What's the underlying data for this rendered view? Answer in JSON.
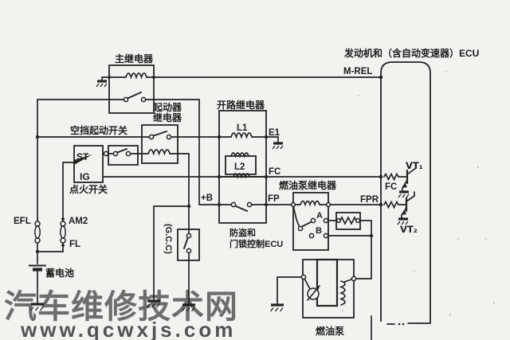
{
  "labels": {
    "main_relay": "主继电器",
    "starter_relay_l1": "起动器",
    "starter_relay_l2": "继电器",
    "neutral_start_switch": "空挡起动开关",
    "circuit_opening_relay": "开路继电器",
    "engine_ecu": "发动机和（含自动变速器）ECU",
    "m_rel": "M-REL",
    "e1": "E1",
    "fc_relay": "FC",
    "fc_ecu": "FC",
    "l1": "L1",
    "l2": "L2",
    "b_plus": "+B",
    "fp": "FP",
    "fpr": "FPR",
    "fuel_pump_relay": "燃油泵继电器",
    "vt1": "VT₁",
    "vt2": "VT₂",
    "anti_theft_l1": "防盗和",
    "anti_theft_l2": "门锁控制ECU",
    "contact_a": "A",
    "contact_b": "B",
    "st": "ST",
    "ig": "IG",
    "ignition_switch": "点火开关",
    "efl": "EFL",
    "am2": "AM2",
    "fl": "FL",
    "battery": "蓄电池",
    "gcc": "(G.C.C)",
    "fuel_pump": "燃油泵"
  },
  "watermark": {
    "site_name": "汽车维修技术网",
    "site_url": "www.qcwxjs.com"
  },
  "colors": {
    "paper": "#f3f2ee",
    "ink": "#232323",
    "watermark_name": "#8fa5c6",
    "watermark_url": "#eda579"
  }
}
